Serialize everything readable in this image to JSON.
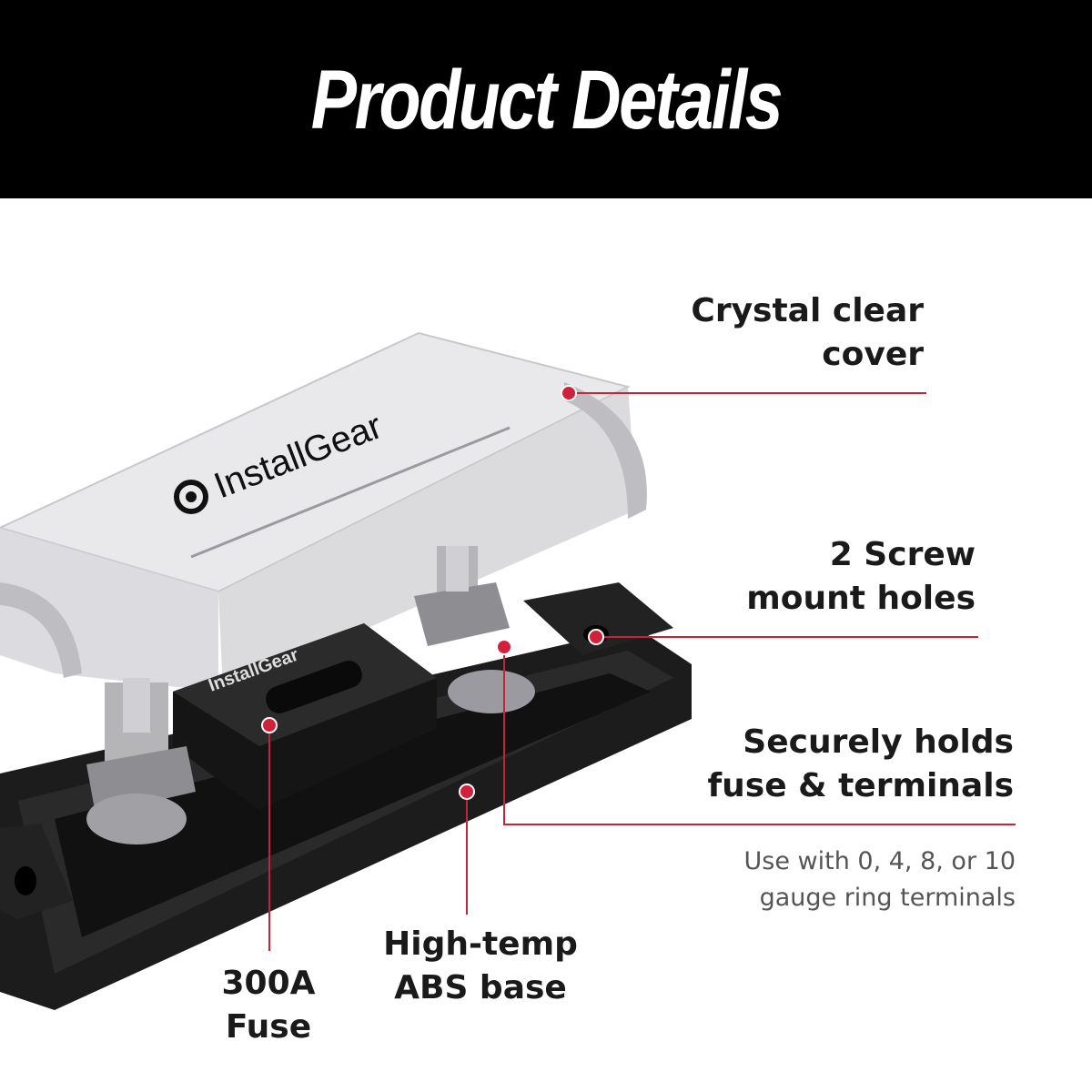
{
  "header": {
    "title": "Product Details"
  },
  "product": {
    "brand": "InstallGear"
  },
  "callouts": {
    "cover": {
      "line1": "Crystal clear",
      "line2": "cover"
    },
    "mount": {
      "line1": "2 Screw",
      "line2": "mount holes"
    },
    "secure": {
      "line1": "Securely holds",
      "line2": "fuse & terminals"
    },
    "note": {
      "line1": "Use with 0, 4, 8, or 10",
      "line2": "gauge ring terminals"
    },
    "fuse": {
      "line1": "300A",
      "line2": "Fuse"
    },
    "base": {
      "line1": "High-temp",
      "line2": "ABS base"
    }
  },
  "colors": {
    "accent": "#c0263a",
    "header_bg": "#000000",
    "text": "#1a1a1a"
  }
}
